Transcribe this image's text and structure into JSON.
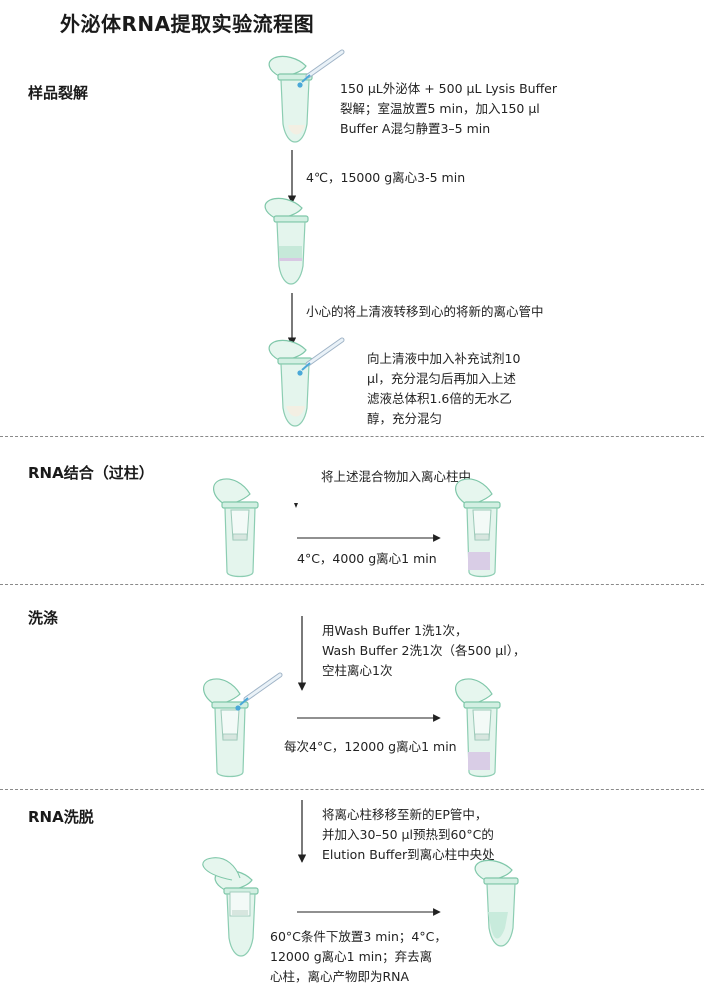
{
  "title": "外泌体RNA提取实验流程图",
  "sections": [
    {
      "label": "样品裂解",
      "texts": [
        "150 μL外泌体 + 500 μL Lysis Buffer\n裂解；室温放置5 min，加入150 μl\nBuffer A混匀静置3–5 min",
        "4℃，15000 g离心3-5 min",
        "小心的将上清液转移到心的将新的离心管中",
        "向上清液中加入补充试剂10\nμl，充分混匀后再加入上述\n滤液总体积1.6倍的无水乙\n醇，充分混匀"
      ]
    },
    {
      "label": "RNA结合（过柱）",
      "texts": [
        "将上述混合物加入离心柱中",
        "4°C，4000 g离心1 min"
      ]
    },
    {
      "label": "洗涤",
      "texts": [
        "用Wash Buffer 1洗1次，\nWash Buffer 2洗1次（各500 μl），\n空柱离心1次",
        "每次4°C，12000 g离心1 min"
      ]
    },
    {
      "label": "RNA洗脱",
      "texts": [
        "将离心柱移移至新的EP管中，\n并加入30–50 μl预热到60°C的\nElution Buffer到离心柱中央处",
        "60°C条件下放置3 min；4°C，\n12000 g离心1 min；弃去离\n心柱，离心产物即为RNA"
      ]
    }
  ],
  "colors": {
    "tube_fill": "#dff3ea",
    "tube_stroke": "#7fc7a9",
    "liquid_purple": "#d9cde6",
    "pipette_blue": "#4aa8d8",
    "arrow": "#222222",
    "divider": "#8a8a8a"
  }
}
